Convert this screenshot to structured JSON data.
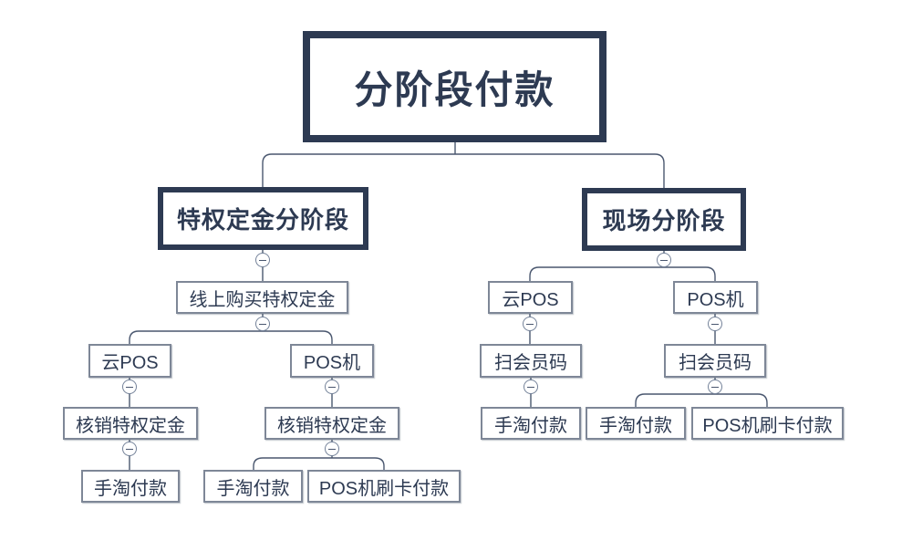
{
  "colors": {
    "background": "#ffffff",
    "primary_border": "#2d3a52",
    "primary_text": "#2d3a52",
    "sub_border": "#7e8797",
    "sub_text": "#2d3a52",
    "connector_line": "#4a576f",
    "collapse_circle": "#748299"
  },
  "icons": {
    "collapse_icon": "minus-in-circle"
  },
  "tree": {
    "root": "分阶段付款",
    "privilege": {
      "label": "特权定金分阶段",
      "online_purchase": "线上购买特权定金",
      "cloud_pos": "云POS",
      "pos_machine": "POS机",
      "redeem_cloud": "核销特权定金",
      "redeem_pos": "核销特权定金",
      "taobao_cloud": "手淘付款",
      "taobao_pos": "手淘付款",
      "pos_swipe": "POS机刷卡付款"
    },
    "onsite": {
      "label": "现场分阶段",
      "cloud_pos": "云POS",
      "pos_machine": "POS机",
      "scan_cloud": "扫会员码",
      "scan_pos": "扫会员码",
      "taobao_cloud": "手淘付款",
      "taobao_pos": "手淘付款",
      "pos_swipe": "POS机刷卡付款"
    }
  }
}
